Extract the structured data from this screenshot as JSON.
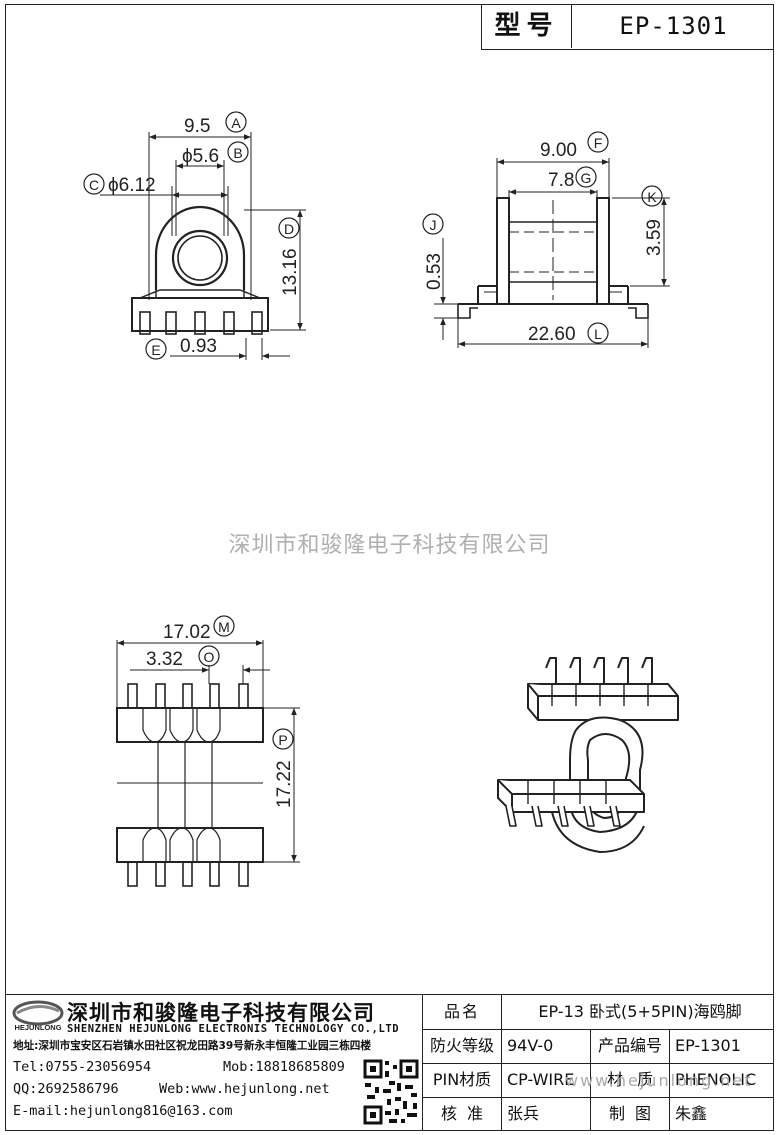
{
  "header": {
    "model_label": "型号",
    "model_value": "EP-1301"
  },
  "drawing": {
    "front_view": {
      "dim_A": "9.5",
      "tag_A": "A",
      "dim_B": "ϕ5.6",
      "tag_B": "B",
      "dim_C": "ϕ6.12",
      "tag_C": "C",
      "dim_D": "13.16",
      "tag_D": "D",
      "dim_E": "0.93",
      "tag_E": "E"
    },
    "side_view": {
      "dim_F": "9.00",
      "tag_F": "F",
      "dim_G": "7.8",
      "tag_G": "G",
      "dim_J": "0.53",
      "tag_J": "J",
      "dim_K": "3.59",
      "tag_K": "K",
      "dim_L": "22.60",
      "tag_L": "L"
    },
    "bottom_view": {
      "dim_M": "17.02",
      "tag_M": "M",
      "dim_O": "3.32",
      "tag_O": "O",
      "dim_P": "17.22",
      "tag_P": "P"
    }
  },
  "watermark": "深圳市和骏隆电子科技有限公司",
  "watermark_url": "www.hejunlong.net",
  "title_block": {
    "logo_text": "HEJUNLONG",
    "company_cn": "深圳市和骏隆电子科技有限公司",
    "company_en": "SHENZHEN HEJUNLONG ELECTRONIS TECHNOLOGY CO.,LTD",
    "address": "地址:深圳市宝安区石岩镇水田社区祝龙田路39号新永丰恒隆工业园三栋四楼",
    "tel": "Tel:0755-23056954",
    "mob": "Mob:18818685809",
    "qq": "QQ:2692586796",
    "web": "Web:www.hejunlong.net",
    "email": "E-mail:hejunlong816@163.com",
    "rows": {
      "name_label": "品名",
      "name_value": "EP-13 卧式(5+5PIN)海鸥脚",
      "fire_label": "防火等级",
      "fire_value": "94V-0",
      "code_label": "产品编号",
      "code_value": "EP-1301",
      "pin_label": "PIN材质",
      "pin_value": "CP-WIRE",
      "mat_label": "材质",
      "mat_value": "PHENOLIC",
      "check_label": "核准",
      "check_value": "张兵",
      "draw_label": "制图",
      "draw_value": "朱鑫"
    }
  }
}
